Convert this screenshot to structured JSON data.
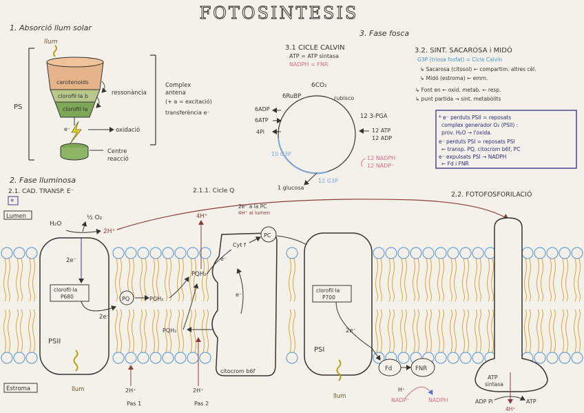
{
  "title": "FOTOSINTESIS",
  "s1": {
    "heading": "1. Absorció llum solar",
    "llum": "llum",
    "carotenoids": "carotenoids",
    "clorofilab": "clorofil·la b",
    "clorofilaa": "clorofil·la",
    "ressonancia": "ressonància",
    "oxidacio": "oxidació",
    "ps": "PS",
    "electron": "e⁻",
    "complex1": "Complex",
    "complex2": "antena",
    "complex3": "(+ a = excitació)",
    "complex4": "transferència e⁻",
    "centre1": "Centre",
    "centre2": "reacció"
  },
  "s3": {
    "heading": "3. Fase fosca",
    "calvin": {
      "heading": "3.1 CICLE CALVIN",
      "atp": "ATP = ATP sintasa",
      "nadph": "NADPH = FNR",
      "co2": "6CO₂",
      "rubisco": "rubisco",
      "rubp": "6RuBP",
      "pga": "12 3-PGA",
      "adp6": "6ADP",
      "atp6": "6ATP",
      "pi4": "4Pi",
      "atp12": "12 ATP",
      "adp12": "12 ADP",
      "nadph12": "12 NADPH",
      "nadp12": "12 NADP⁺",
      "g3p10": "10 G3P",
      "g3p12": "12 G3P",
      "glucosa": "1 glucosa"
    },
    "sint": {
      "heading": "3.2. SINT. SACAROSA i MIDÓ",
      "g3p": "G3P (triosa fosfat) = Cicle Calvin",
      "sac": "↳ Sacarosa (citosol) ← compartim. altres cèl.",
      "mido": "↳ Midó (estroma) ← emm.",
      "font": "↳ Font en ← oxid. metab. ← resp.",
      "punt": "↳ punt partida → sint. metabòlits"
    },
    "note": {
      "l1": "* e⁻ perduts PSII = reposats",
      "l2": "complex generador O₂ (PSII) :",
      "l3": "prov. H₂O → l'oxida.",
      "l4": "e⁻ perduts PSI = reposats PSI",
      "l5": "← transp. PQ, citocrom b6f, PC",
      "l6": "e⁻ expulsats PSI → NADPH",
      "l7": "← Fd i FNR"
    }
  },
  "s2": {
    "heading": "2. Fase lluminosa",
    "cad": "2.1. CAD. TRANSP. E⁻",
    "star": "*",
    "cicleA": "2.1.1. Cicle Q",
    "foto": "2.2. FOTOFOSFORILACIÓ",
    "lumen": "Lumen",
    "estroma": "Estroma",
    "h2o": "H₂O",
    "o2": "½ O₂",
    "h2plus": "2H⁺",
    "h4plus": "4H⁺",
    "e2": "2e⁻",
    "clorPSII1": "clorofil·la",
    "clorPSII2": "P680",
    "psii": "PSII",
    "pq": "PQ",
    "pqh2": "PQH₂",
    "pq2": "PQ",
    "pqh2b": "PQH₂",
    "pqh2c": "PQH₂",
    "cytf": "Cyt f",
    "pc": "PC",
    "eneg": "e⁻",
    "cicle2e": "2e⁻ a la PC",
    "cicle4h": "4H⁺ al lumen",
    "citocrom": "citocrom b6f",
    "clorPSI1": "clorofil·la",
    "clorPSI2": "P700",
    "psi": "PSI",
    "fd": "Fd",
    "fnr": "FNR",
    "hplus": "H⁺",
    "nadp": "NADP⁺",
    "nadph": "NADPH",
    "atpsint1": "ATP",
    "atpsint2": "sintasa",
    "adp": "ADP Pi",
    "atp": "ATP",
    "h4b": "4H⁺",
    "llum1": "llum",
    "llum2": "llum",
    "pas1a": "2H⁺",
    "pas1b": "Pas 1",
    "pas2a": "2H⁺",
    "pas2b": "Pas 2"
  }
}
